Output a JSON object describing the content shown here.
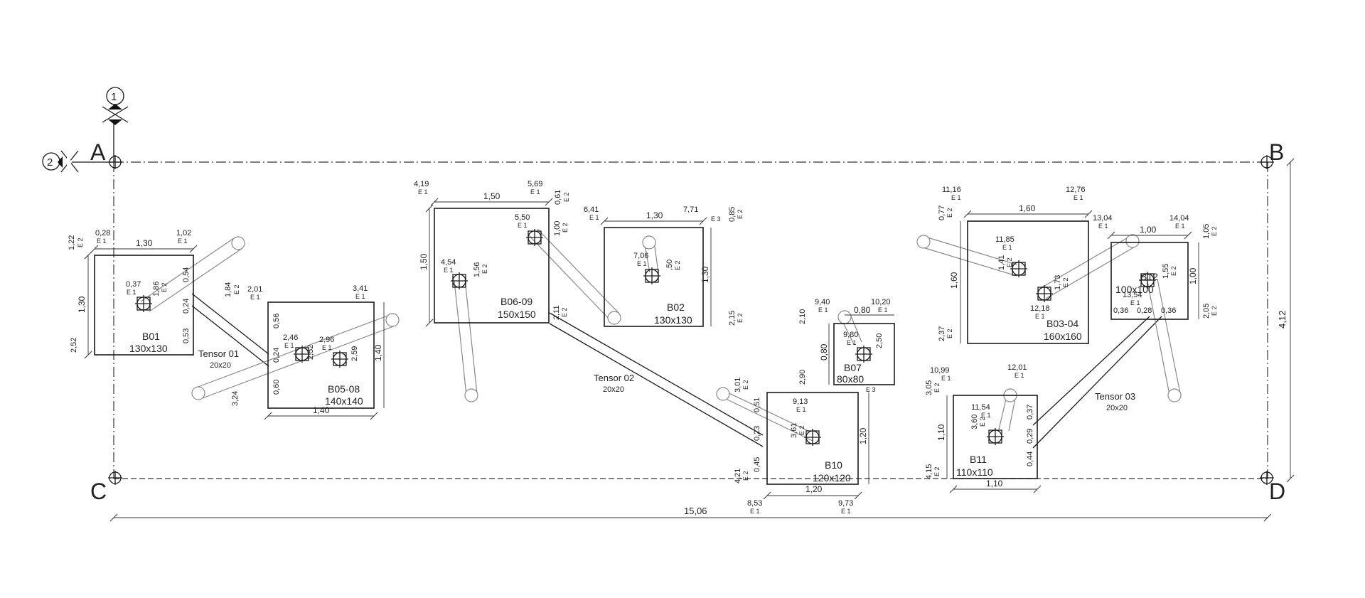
{
  "axes": {
    "A": "A",
    "B": "B",
    "C": "C",
    "D": "D",
    "section1": "1",
    "section2": "2"
  },
  "footings": {
    "b01": {
      "id": "B01",
      "size": "130x130",
      "w": "1,30",
      "h": "1,30",
      "d_top": "0,28",
      "d_top_sub": "E 1",
      "z1": "1,22",
      "z1_sub": "E 2",
      "z2": "1,02",
      "z2_sub": "E 1",
      "z3": "2,52",
      "p1": "0,37",
      "p1_sub": "E 1",
      "p2": "1,86",
      "p2_sub": "E 2",
      "r1": "0,54",
      "r2": "0,24",
      "r3": "0,53"
    },
    "b05": {
      "id": "B05-08",
      "size": "140x140",
      "w": "1,40",
      "h": "1,40",
      "z1": "1,84",
      "z1_sub": "E 2",
      "z2": "2,01",
      "z2_sub": "E 1",
      "z3": "3,41",
      "z3_sub": "E 1",
      "l1": "0,56",
      "l2": "0,24",
      "l3": "0,60",
      "z4": "3,24",
      "p1": "2,46",
      "p1_sub": "E 1",
      "p2": "2,52",
      "p3": "2,96",
      "p3_sub": "E 1",
      "p4": "2,59"
    },
    "b06": {
      "id": "B06-09",
      "size": "150x150",
      "w": "1,50",
      "h": "1,50",
      "z1": "4,19",
      "z1_sub": "E 1",
      "z2": "5,69",
      "z2_sub": "E 1",
      "z3": "0,61",
      "z3_sub": "E 2",
      "z4": "2,11",
      "z4_sub": "E 2",
      "p1": "5,50",
      "p1_sub": "E 1",
      "p2": "1,00",
      "p2_sub": "E 2",
      "p3": "4,54",
      "p3_sub": "E 1",
      "p4": "1,56",
      "p4_sub": "E 2"
    },
    "b02": {
      "id": "B02",
      "size": "130x130",
      "w": "1,30",
      "h": "1,30",
      "z1": "6,41",
      "z1_sub": "E 1",
      "z2": "7,71",
      "z2_sub": "E 3",
      "z3": "0,85",
      "z3_sub": "E 2",
      "z4": "2,15",
      "z4_sub": "E 2",
      "p1": "7,06",
      "p1_sub": "E 1",
      "p2": ",50",
      "p2_sub": "E 2"
    },
    "b07": {
      "id": "B07",
      "size": "80x80",
      "w": "0,80",
      "h": "0,80",
      "z1": "9,40",
      "z1_sub": "E 1",
      "z2": "10,20",
      "z2_sub": "E 1",
      "z3": "2,10",
      "z4": "2,90",
      "z4_sub": "E 3",
      "p1": "9,80",
      "p1_sub": "E 1",
      "p2": "2,50"
    },
    "b10": {
      "id": "B10",
      "size": "120x120",
      "w": "1,20",
      "h": "1,20",
      "z1": "3,01",
      "z1_sub": "E 2",
      "z2": "4,21",
      "z2_sub": "E 2",
      "z3": "8,53",
      "z3_sub": "E 1",
      "z4": "9,73",
      "z4_sub": "E 1",
      "p1": "9,13",
      "p1_sub": "E 1",
      "p2": "3,61",
      "p2_sub": "E 2",
      "l1": "0,51",
      "l2": "0,23",
      "l3": "0,45"
    },
    "b03": {
      "id": "B03-04",
      "size": "160x160",
      "w": "1,60",
      "h": "1,60",
      "z1": "11,16",
      "z1_sub": "E 1",
      "z2": "12,76",
      "z2_sub": "E 1",
      "z3": "0,77",
      "z3_sub": "E 2",
      "z4": "2,37",
      "z4_sub": "E 2",
      "p1": "11,85",
      "p1_sub": "E 1",
      "p2": "1,41",
      "p2_sub": "E 2",
      "p3": "1,73",
      "p3_sub": "E 2",
      "p4": "12,18",
      "p4_sub": "E 1"
    },
    "b12": {
      "id": "B12",
      "size": "100x100",
      "w": "1,00",
      "h": "1,00",
      "z1": "13,04",
      "z1_sub": "E 1",
      "z2": "14,04",
      "z2_sub": "E 1",
      "z3": "1,05",
      "z3_sub": "E 2",
      "z4": "2,05",
      "z4_sub": "E 2",
      "p1": "13,54",
      "p1_sub": "E 1",
      "p2": "1,55",
      "p2_sub": "E 2",
      "l1": "0,36",
      "l2": "0,28",
      "l3": "0,36"
    },
    "b11": {
      "id": "B11",
      "size": "110x110",
      "w": "1,10",
      "h": "1,10",
      "z1": "10,99",
      "z1_sub": "E 1",
      "z2": "12,01",
      "z2_sub": "E 1",
      "z3": "3,05",
      "z3_sub": "E 2",
      "z4": "4,15",
      "z4_sub": "E 2",
      "p1": "11,54",
      "p1_sub": "E 1",
      "p2": "3,60",
      "p2_sub": "E 2",
      "l1": "0,37",
      "l2": "0,29",
      "l3": "0,44"
    }
  },
  "tensors": {
    "t01": {
      "name": "Tensor 01",
      "size": "20x20"
    },
    "t02": {
      "name": "Tensor 02",
      "size": "20x20"
    },
    "t03": {
      "name": "Tensor 03",
      "size": "20x20"
    }
  },
  "overall": {
    "width": "15,06",
    "height": "4,12"
  }
}
